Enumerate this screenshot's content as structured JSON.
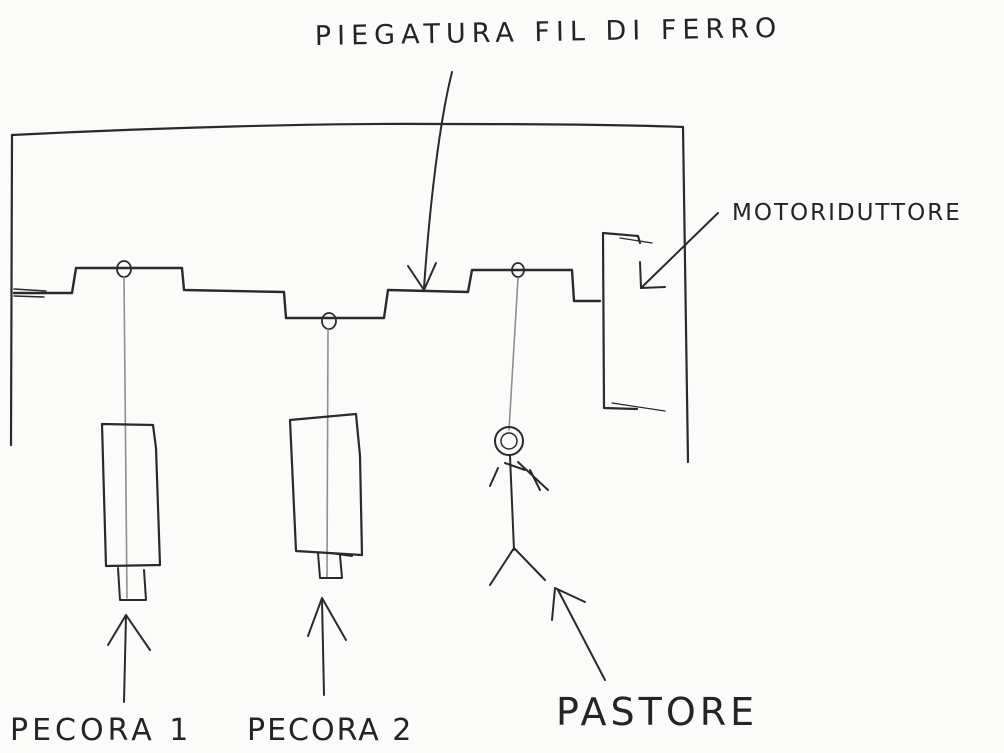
{
  "labels": {
    "wire_bending": "PIEGATURA FIL DI FERRO",
    "gearmotor": "MOTORIDUTTORE",
    "sheep1": "PECORA 1",
    "sheep2": "PECORA 2",
    "shepherd": "PASTORE"
  }
}
